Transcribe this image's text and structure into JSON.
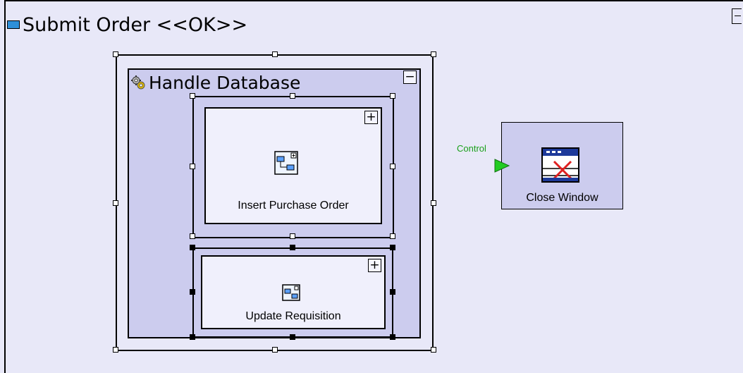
{
  "diagram": {
    "title": "Submit Order <<OK>>",
    "handle_database": {
      "label": "Handle Database",
      "collapse_symbol": "−",
      "icon": "gears-icon"
    },
    "insert_purchase_order": {
      "label": "Insert Purchase Order",
      "expand_symbol": "+",
      "icon": "subprocess-icon"
    },
    "update_requisition": {
      "label": "Update Requisition",
      "expand_symbol": "+",
      "icon": "subprocess-icon"
    },
    "close_window": {
      "label": "Close Window",
      "icon": "close-window-icon"
    },
    "control_port": {
      "label": "Control",
      "color": "#1aa01a"
    }
  }
}
